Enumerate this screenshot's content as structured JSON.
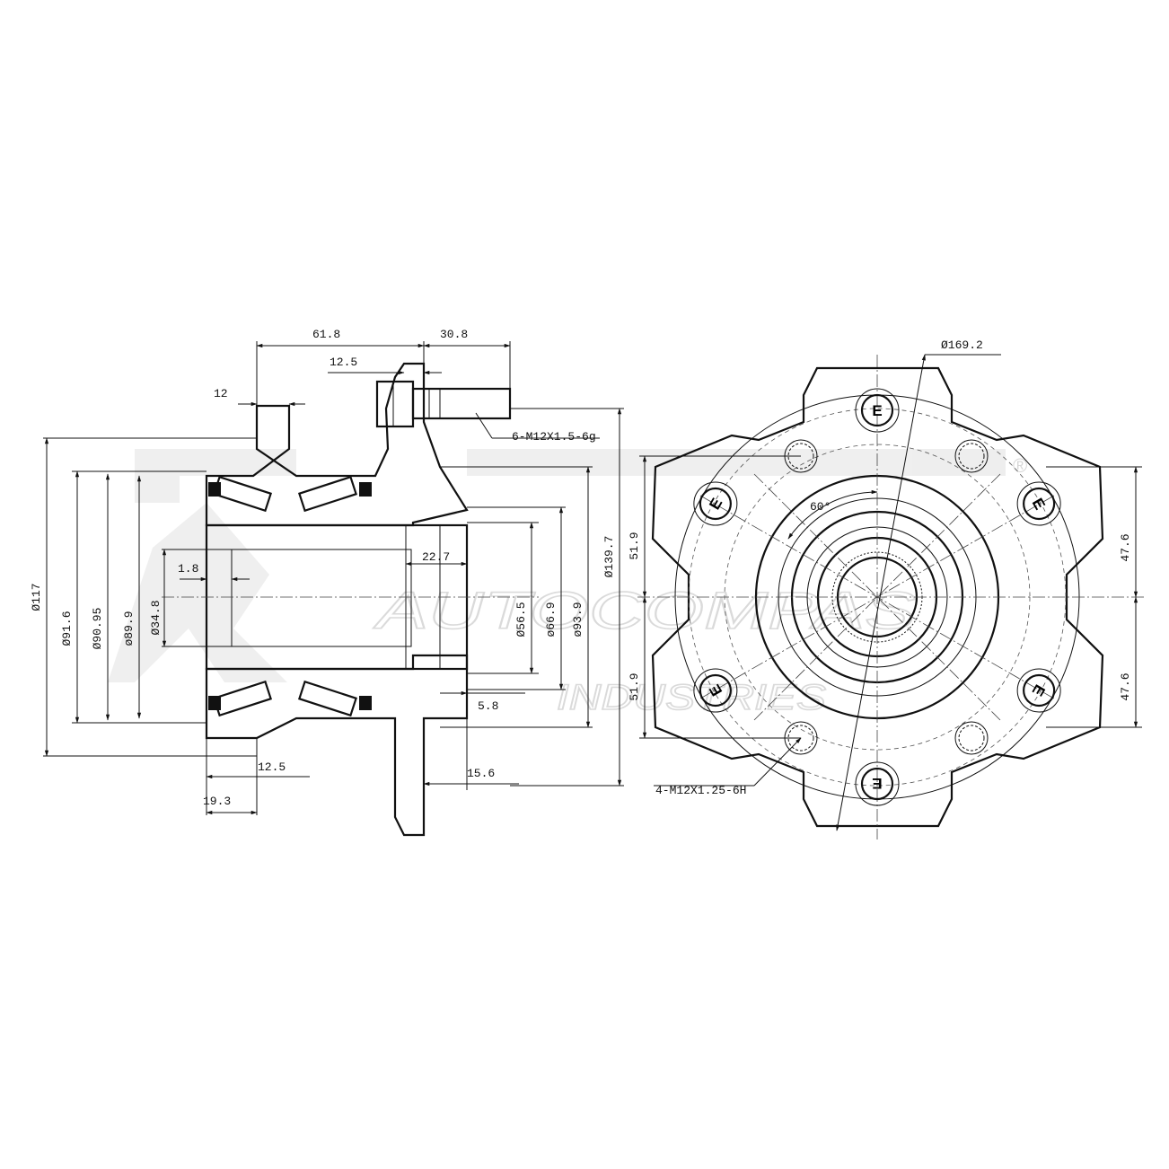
{
  "watermark": {
    "line1": "AUTOCOMPAS",
    "line2": "INDUSTRIES",
    "registered": "®"
  },
  "side_view": {
    "dims": {
      "d61_8": "61.8",
      "d30_8": "30.8",
      "d12_5_top": "12.5",
      "d12": "12",
      "d1_8": "1.8",
      "d22_7": "22.7",
      "d5_8": "5.8",
      "d12_5_bottom": "12.5",
      "d15_6": "15.6",
      "d19_3": "19.3",
      "dia117": "Ø117",
      "dia91_6": "Ø91.6",
      "dia90_95": "Ø90.95",
      "dia89_9": "ø89.9",
      "dia34_8": "Ø34.8",
      "dia56_5": "Ø56.5",
      "dia66_9": "ø66.9",
      "dia93_9": "ø93.9",
      "dia139_7": "Ø139.7"
    },
    "stud_callout": "6-M12X1.5-6g"
  },
  "front_view": {
    "dims": {
      "dia169_2": "Ø169.2",
      "angle": "60°",
      "left_top": "51.9",
      "left_bottom": "51.9",
      "right_top": "47.6",
      "right_bottom": "47.6"
    },
    "hole_callout": "4-M12X1.25-6H",
    "stud_marker": "E"
  }
}
